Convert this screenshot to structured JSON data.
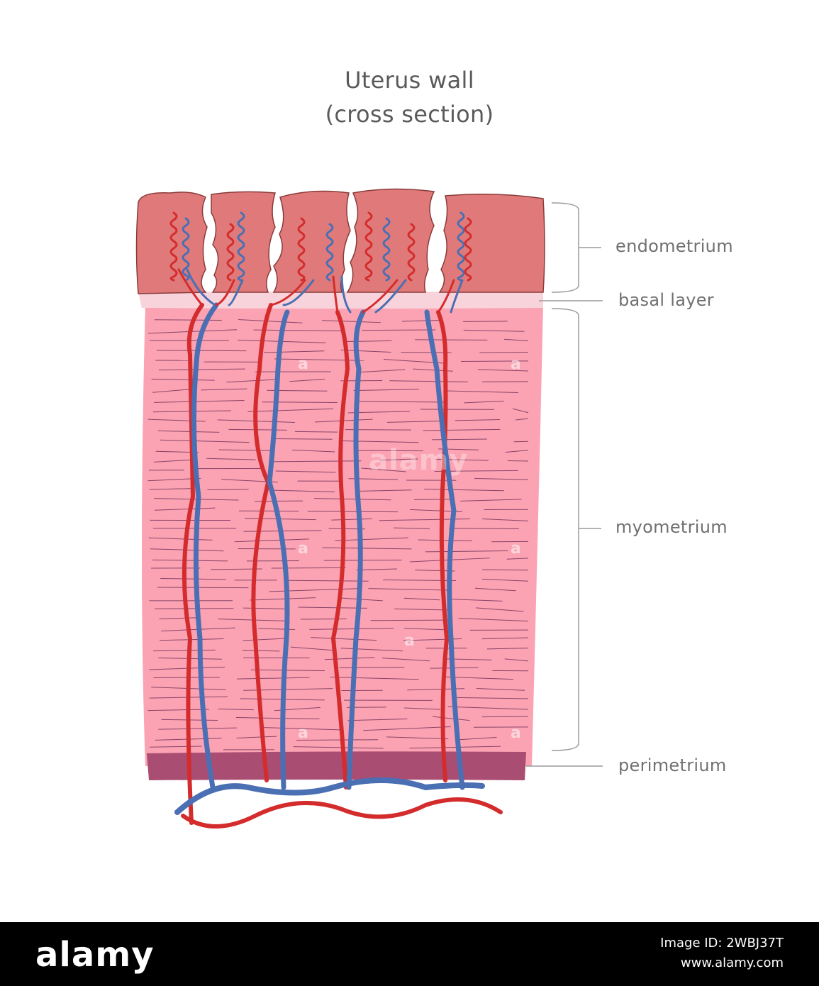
{
  "title": {
    "line1": "Uterus wall",
    "line2": "(cross section)"
  },
  "labels": {
    "endometrium": "endometrium",
    "basal_layer": "basal layer",
    "myometrium": "myometrium",
    "perimetrium": "perimetrium"
  },
  "colors": {
    "endometrium": "#e07a7a",
    "basal_layer": "#f9d3dc",
    "myometrium": "#fba3b3",
    "perimetrium": "#a94d73",
    "artery": "#d42c2c",
    "vein": "#4a6fb3",
    "bracket": "#9a9a9a"
  },
  "watermark": {
    "center_text": "alamy",
    "small_mark": "a"
  },
  "footer": {
    "logo": "alamy",
    "image_id": "Image ID: 2WBJ37T",
    "site": "www.alamy.com"
  }
}
